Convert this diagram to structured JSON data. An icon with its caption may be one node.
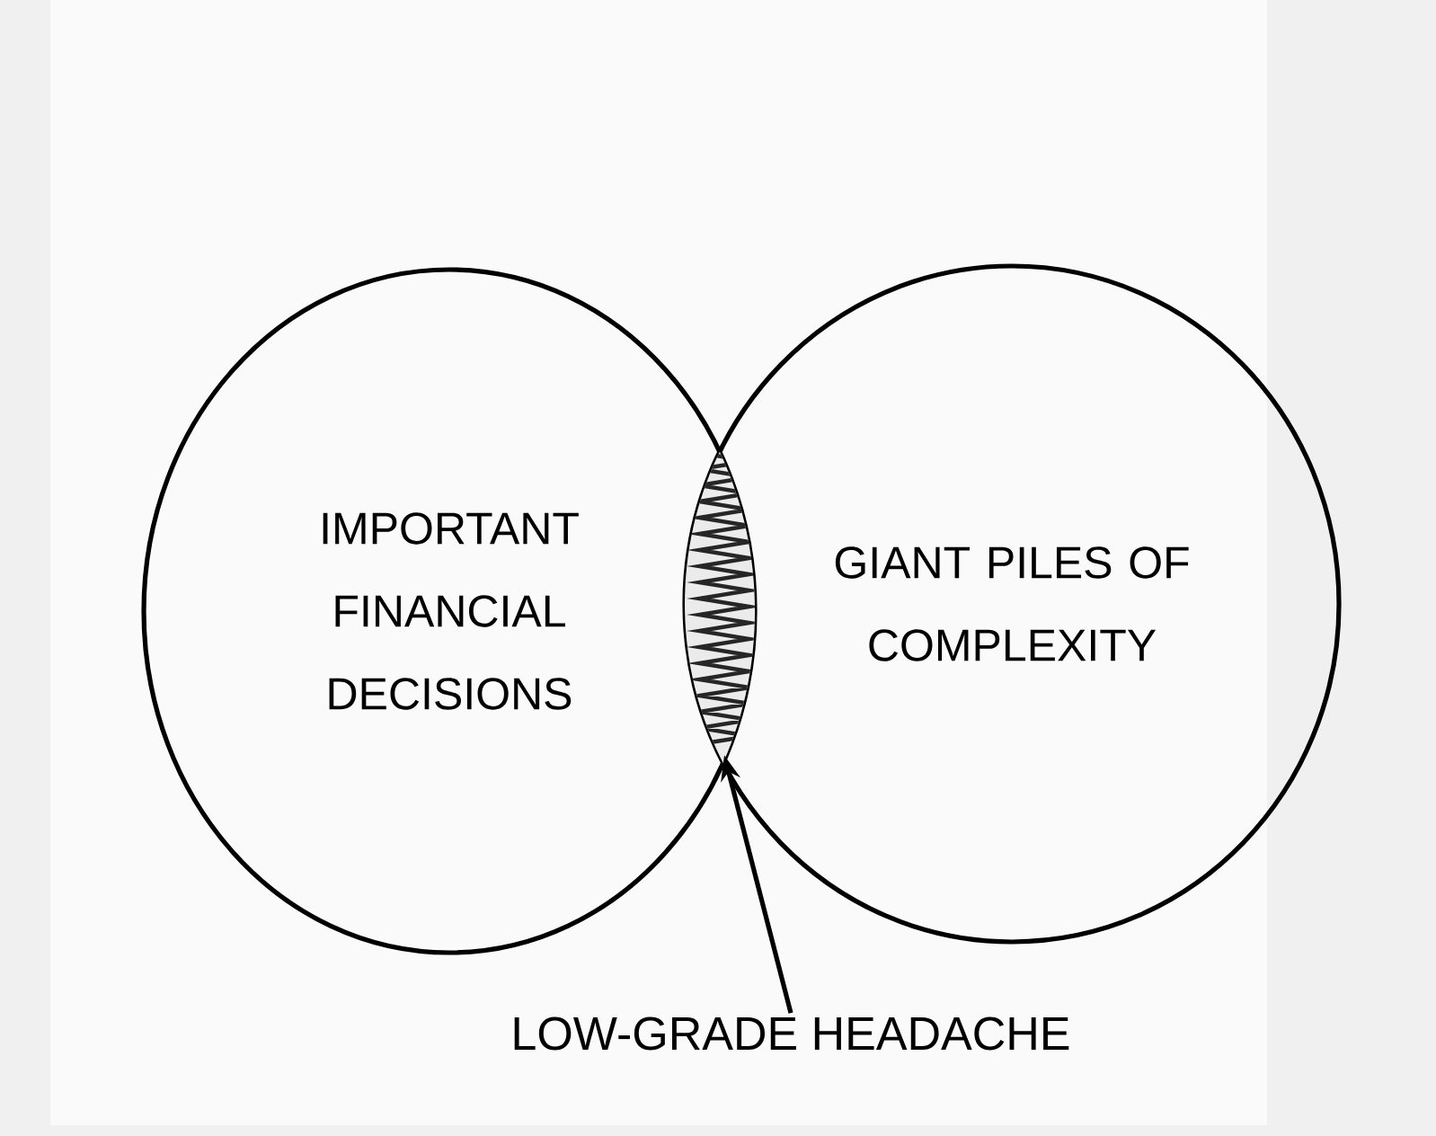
{
  "diagram": {
    "nodes": [
      {
        "text": [
          "IMPORTANT FINANCIAL DECISIONS"
        ]
      },
      {
        "text": [
          "GIANT PILES OF COMPLEXITY"
        ]
      },
      {
        "text": [],
        "shape": "lens"
      },
      {
        "text": [
          "LOW-GRADE HEADACHE"
        ]
      }
    ],
    "edges": [
      {
        "from": 3,
        "to": 2,
        "arrow": "to"
      }
    ]
  }
}
